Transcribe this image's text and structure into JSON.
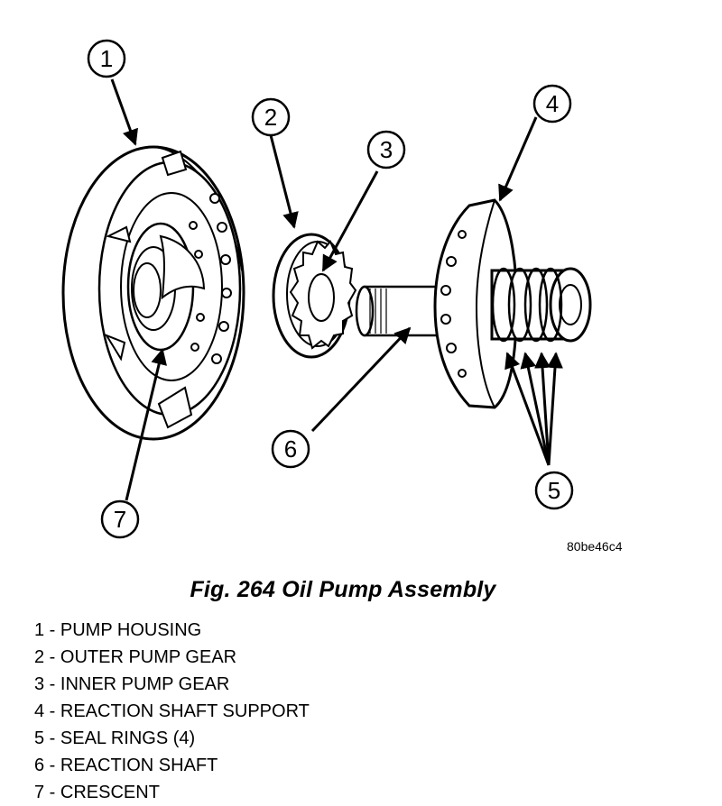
{
  "figure": {
    "code": "80be46c4",
    "caption": "Fig. 264 Oil Pump Assembly"
  },
  "callouts": [
    "1",
    "2",
    "3",
    "4",
    "5",
    "6",
    "7"
  ],
  "legend": [
    "1 - PUMP HOUSING",
    "2 - OUTER PUMP GEAR",
    "3 - INNER PUMP GEAR",
    "4 - REACTION SHAFT SUPPORT",
    "5 - SEAL RINGS (4)",
    "6 - REACTION SHAFT",
    "7 - CRESCENT"
  ]
}
